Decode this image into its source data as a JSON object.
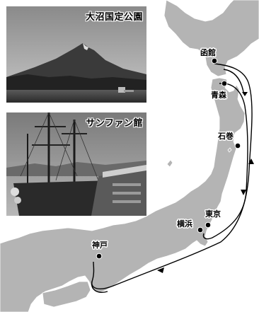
{
  "photos": [
    {
      "caption": "大沼国定公園"
    },
    {
      "caption": "サンファン館"
    }
  ],
  "cities": [
    {
      "name": "函館"
    },
    {
      "name": "青森"
    },
    {
      "name": "石巻"
    },
    {
      "name": "東京"
    },
    {
      "name": "横浜"
    },
    {
      "name": "神戸"
    }
  ],
  "colors": {
    "land": "#b4b4b4",
    "sea": "#ffffff",
    "route": "#000000",
    "coast": "#ffffff"
  }
}
